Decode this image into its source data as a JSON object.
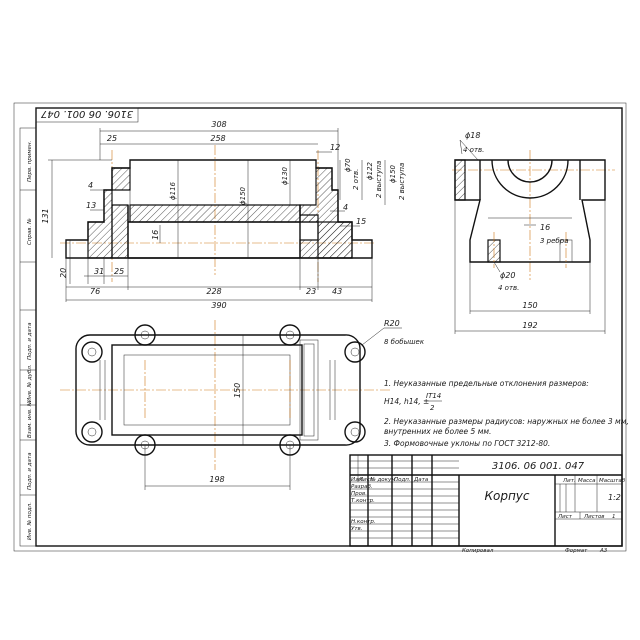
{
  "stamp_code": "3106. 06 001. 047",
  "top_view": {
    "dims": {
      "d308": "308",
      "d258": "258",
      "d25": "25",
      "d12": "12",
      "d4": "4",
      "d13": "13",
      "d131": "131",
      "d20": "20",
      "d31": "31",
      "d25b": "25",
      "d16": "16",
      "d15": "15",
      "d4b": "4",
      "d76": "76",
      "d228": "228",
      "d23": "23",
      "d43": "43",
      "d390": "390",
      "phi116": "ϕ116",
      "phi150": "ϕ150",
      "phi130": "ϕ130",
      "phi70": "ϕ70",
      "phi122": "ϕ122",
      "phi150b": "ϕ150"
    },
    "callouts": {
      "otv2": "2 отв.",
      "vystupa2a": "2 выступа",
      "vystupa2b": "2 выступа"
    }
  },
  "side_view": {
    "dims": {
      "phi18": "ϕ18",
      "otv4": "4 отв.",
      "d16": "16",
      "rebra3": "3 ребра",
      "phi20": "ϕ20",
      "otv4b": "4 отв.",
      "d150": "150",
      "d192": "192"
    }
  },
  "plan_view": {
    "dims": {
      "r20": "R20",
      "bobyshek": "8 бобышек",
      "d150": "150",
      "d198": "198"
    }
  },
  "notes": [
    "1. Неуказанные предельные отклонения размеров:",
    "H14, h14, ±",
    "IT14",
    "2",
    "2. Неуказанные размеры радиусов: наружных не более 3 мм,",
    "внутренних не более 5 мм.",
    "3. Формовочные уклоны по ГОСТ 3212-80."
  ],
  "left_strip": [
    "Перв. примен.",
    "Справ. №",
    "Подп. и дата",
    "Инв. № дубл.",
    "Взам. инв. №",
    "Подп. и дата",
    "Инв. № подл."
  ],
  "title_block": {
    "code": "3106. 06 001. 047",
    "name": "Корпус",
    "headers": {
      "lit": "Лит.",
      "massa": "Масса",
      "masshtab": "Масштаб"
    },
    "scale": "1:2",
    "rows": [
      "Изм.",
      "Лист",
      "№ докум.",
      "Подп.",
      "Дата"
    ],
    "roles": [
      "Разраб.",
      "Пров.",
      "Т.контр.",
      "",
      "Н.контр.",
      "Утв."
    ],
    "list_label": "Лист",
    "listov_label": "Листов",
    "listov": "1",
    "kopiroval": "Копировал",
    "format_label": "Формат",
    "format": "А3"
  }
}
